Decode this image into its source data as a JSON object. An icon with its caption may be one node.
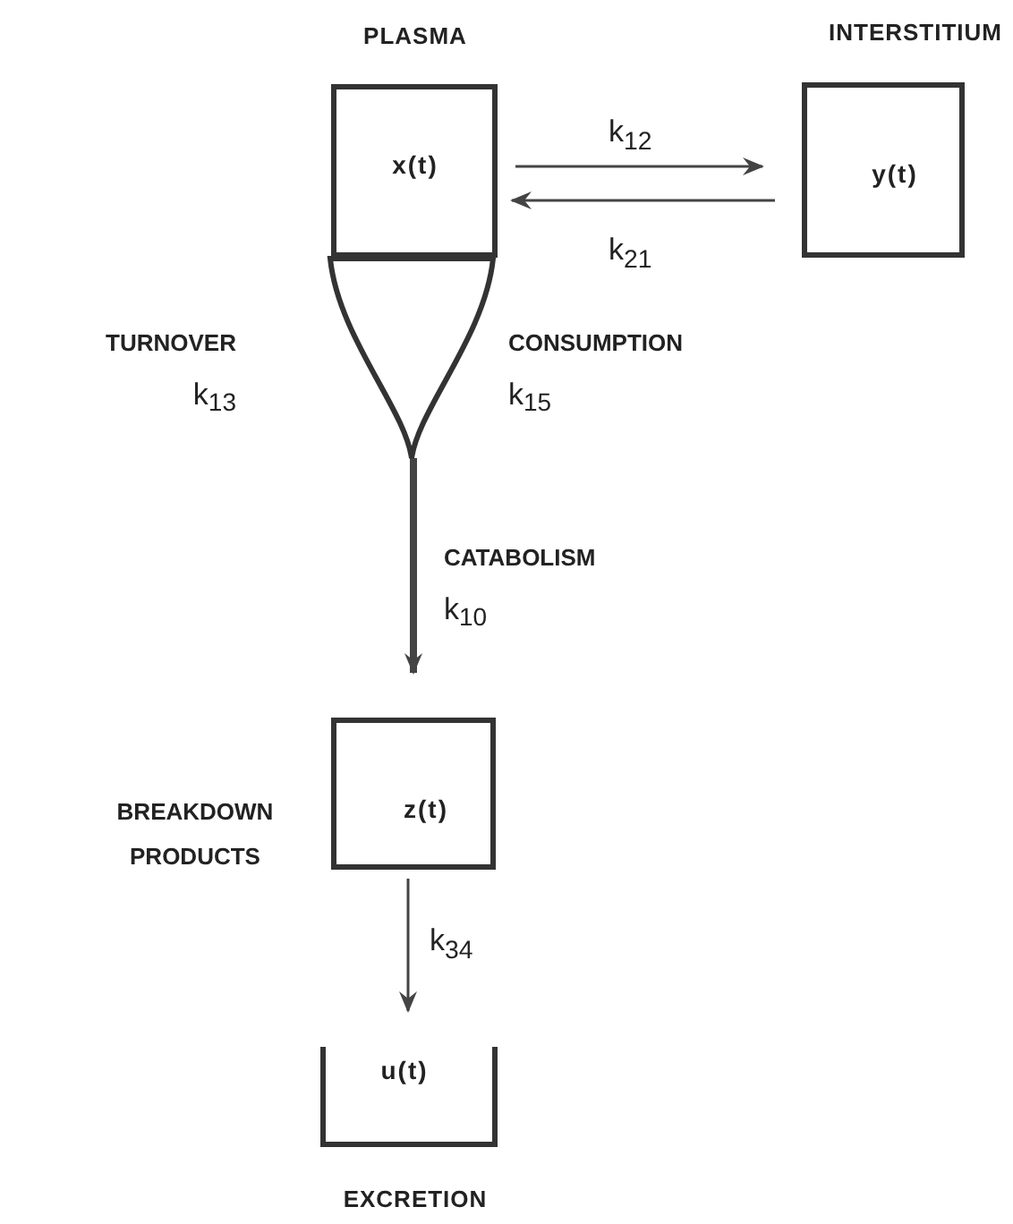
{
  "diagram": {
    "nodes": [
      {
        "text": [
          "PLASMA",
          "x(t)"
        ]
      },
      {
        "text": [
          "INTERSTITIUM",
          "y(t)"
        ]
      },
      {
        "text": [],
        "shape": "funnel",
        "beside": [
          "TURNOVER k$_{13}$",
          "CONSUMPTION k$_{15}$"
        ]
      },
      {
        "text": [
          "z(t)"
        ],
        "beside": [
          "BREAKDOWN PRODUCTS"
        ]
      },
      {
        "text": [
          "u(t)",
          "EXCRETION"
        ]
      }
    ],
    "edges": [
      {
        "from": 0,
        "to": 1,
        "arrow": "to",
        "label": "k$_{12}$"
      },
      {
        "from": 1,
        "to": 0,
        "arrow": "to",
        "label": "k$_{21}$"
      },
      {
        "from": 2,
        "to": 3,
        "arrow": "to",
        "label": "CATABOLISM k$_{10}$",
        "style": "thick"
      },
      {
        "from": 3,
        "to": 4,
        "arrow": "to",
        "label": "k$_{34}$"
      }
    ]
  }
}
